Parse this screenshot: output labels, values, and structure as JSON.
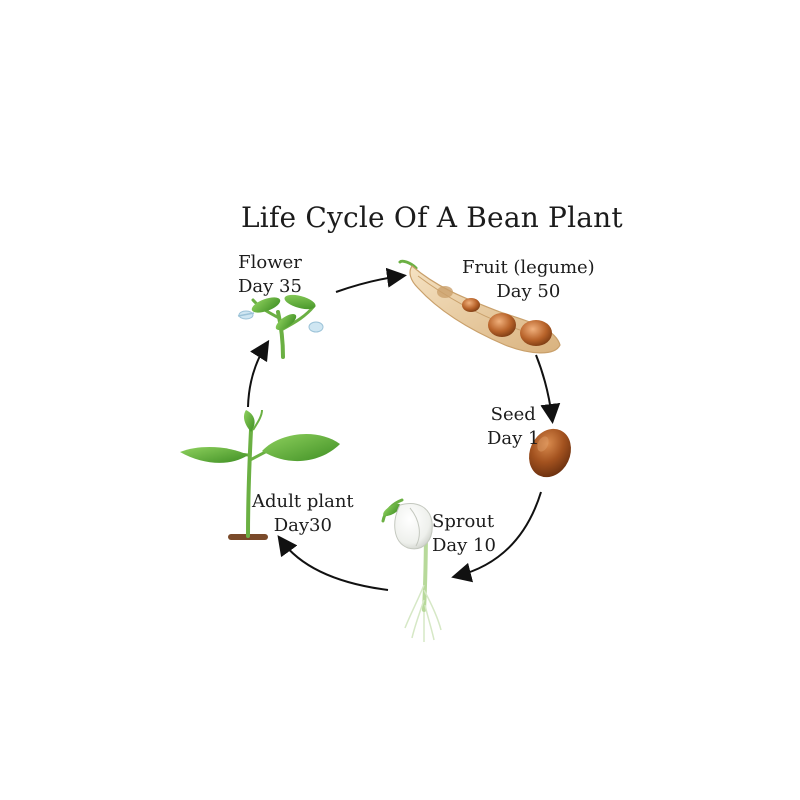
{
  "title": "Life Cycle Of A Bean Plant",
  "stages": {
    "flower": {
      "name": "Flower",
      "day": "Day 35"
    },
    "fruit": {
      "name": "Fruit (legume)",
      "day": "Day 50"
    },
    "seed": {
      "name": "Seed",
      "day": "Day 1"
    },
    "sprout": {
      "name": "Sprout",
      "day": "Day 10"
    },
    "adult": {
      "name": "Adult plant",
      "day": "Day30"
    }
  },
  "colors": {
    "leaf": "#5fae3a",
    "leaf_dark": "#3e8a23",
    "stem": "#6bb043",
    "pod": "#e8c79a",
    "bean": "#9a4a1e",
    "soil": "#7a4a2a",
    "arrow": "#111111",
    "flower_petal": "#cfe6f2"
  }
}
